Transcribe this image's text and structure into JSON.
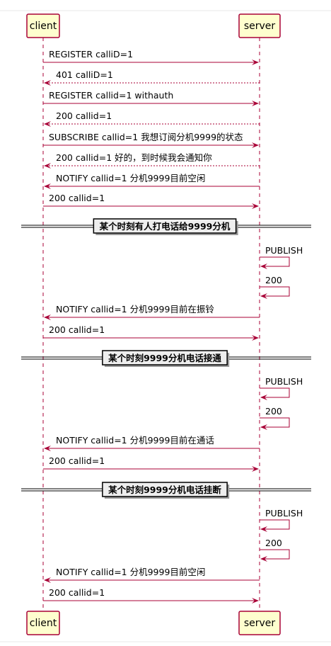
{
  "colors": {
    "line": "#a80036",
    "actor_fill": "#fefece",
    "divider_fill": "#eeeeee"
  },
  "participants": [
    {
      "id": "client",
      "label": "client"
    },
    {
      "id": "server",
      "label": "server"
    }
  ],
  "sequence": [
    {
      "kind": "message",
      "from": "client",
      "to": "server",
      "style": "solid",
      "text": "REGISTER calliD=1"
    },
    {
      "kind": "message",
      "from": "server",
      "to": "client",
      "style": "dashed",
      "text": "401 calliD=1"
    },
    {
      "kind": "message",
      "from": "client",
      "to": "server",
      "style": "solid",
      "text": "REGISTER callid=1 withauth"
    },
    {
      "kind": "message",
      "from": "server",
      "to": "client",
      "style": "dashed",
      "text": "200 callid=1"
    },
    {
      "kind": "message",
      "from": "client",
      "to": "server",
      "style": "solid",
      "text": "SUBSCRIBE callid=1 我想订阅分机9999的状态"
    },
    {
      "kind": "message",
      "from": "server",
      "to": "client",
      "style": "dashed",
      "text": "200 callid=1 好的，到时候我会通知你"
    },
    {
      "kind": "message",
      "from": "server",
      "to": "client",
      "style": "solid",
      "text": "NOTIFY callid=1 分机9999目前空闲"
    },
    {
      "kind": "message",
      "from": "client",
      "to": "server",
      "style": "solid",
      "text": "200 callid=1"
    },
    {
      "kind": "divider",
      "text": "某个时刻有人打电话给9999分机"
    },
    {
      "kind": "self",
      "on": "server",
      "text": "PUBLISH"
    },
    {
      "kind": "self",
      "on": "server",
      "text": "200"
    },
    {
      "kind": "message",
      "from": "server",
      "to": "client",
      "style": "solid",
      "text": "NOTIFY callid=1 分机9999目前在振铃"
    },
    {
      "kind": "message",
      "from": "client",
      "to": "server",
      "style": "solid",
      "text": "200 callid=1"
    },
    {
      "kind": "divider",
      "text": "某个时刻9999分机电话接通"
    },
    {
      "kind": "self",
      "on": "server",
      "text": "PUBLISH"
    },
    {
      "kind": "self",
      "on": "server",
      "text": "200"
    },
    {
      "kind": "message",
      "from": "server",
      "to": "client",
      "style": "solid",
      "text": "NOTIFY callid=1 分机9999目前在通话"
    },
    {
      "kind": "message",
      "from": "client",
      "to": "server",
      "style": "solid",
      "text": "200 callid=1"
    },
    {
      "kind": "divider",
      "text": "某个时刻9999分机电话挂断"
    },
    {
      "kind": "self",
      "on": "server",
      "text": "PUBLISH"
    },
    {
      "kind": "self",
      "on": "server",
      "text": "200"
    },
    {
      "kind": "message",
      "from": "server",
      "to": "client",
      "style": "solid",
      "text": "NOTIFY callid=1 分机9999目前空闲"
    },
    {
      "kind": "message",
      "from": "client",
      "to": "server",
      "style": "solid",
      "text": "200 callid=1"
    }
  ]
}
